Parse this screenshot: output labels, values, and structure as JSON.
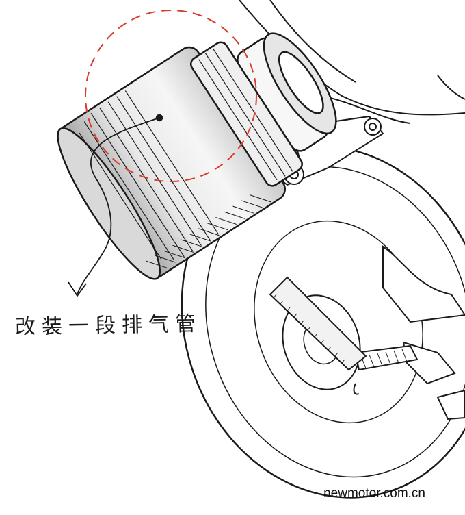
{
  "annotation": {
    "text": "改装一段排气管"
  },
  "watermark": {
    "text": "newmotor.com.cn"
  },
  "colors": {
    "ink": "#1a1a1a",
    "highlight_circle": "#d93a2b",
    "shade": "#bdbdbd",
    "background": "#ffffff"
  },
  "icons": [
    "exhaust-muffler-illustration",
    "rear-wheel-illustration",
    "footpeg-bracket-illustration",
    "curved-arrow-icon"
  ]
}
